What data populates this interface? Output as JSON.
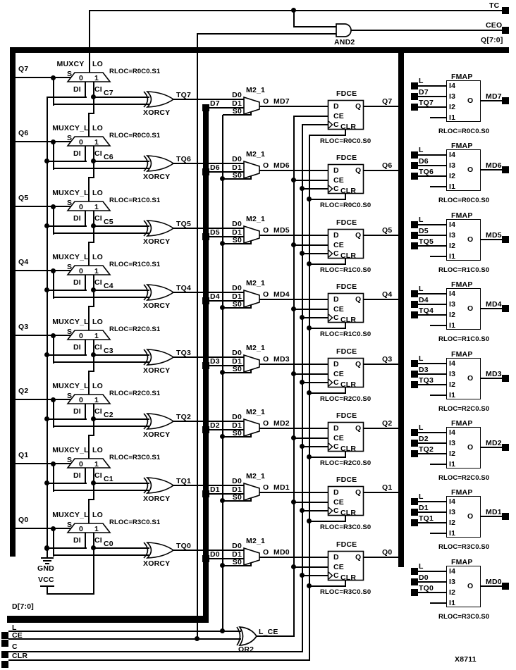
{
  "figure_ref": "X8711",
  "top": {
    "tc": "TC",
    "ceo": "CEO",
    "and2": "AND2",
    "q_bus": "Q[7:0]"
  },
  "bottom": {
    "d_bus": "D[7:0]",
    "l": "L",
    "ce": "CE",
    "c": "C",
    "clr": "CLR",
    "or2": "OR2",
    "l_ce": "L_CE",
    "gnd": "GND",
    "vcc": "VCC"
  },
  "shared": {
    "lo": "LO",
    "s": "S",
    "sel0": "0",
    "sel1": "1",
    "di": "DI",
    "ci": "CI",
    "xorcy": "XORCY",
    "m2": "M2_1",
    "d0": "D0",
    "d1": "D1",
    "s0": "S0",
    "o": "O",
    "fdce": "FDCE",
    "pin_d": "D",
    "pin_ce": "CE",
    "pin_c": "C",
    "pin_clr": "CLR",
    "pin_q": "Q",
    "fmap": "FMAP",
    "l": "L",
    "i4": "I4",
    "i3": "I3",
    "i2": "I2",
    "i1": "I1"
  },
  "rows": [
    {
      "q": "Q7",
      "mux_type": "MUXCY",
      "rloc_mux": "RLOC=R0C0.S1",
      "c": "C7",
      "tq": "TQ7",
      "d": "D7",
      "md": "MD7",
      "rloc_ff": "RLOC=R0C0.S0",
      "rloc_fmap": "RLOC=R0C0.S0"
    },
    {
      "q": "Q6",
      "mux_type": "MUXCY_L",
      "rloc_mux": "RLOC=R0C0.S1",
      "c": "C6",
      "tq": "TQ6",
      "d": "D6",
      "md": "MD6",
      "rloc_ff": "RLOC=R0C0.S0",
      "rloc_fmap": "RLOC=R0C0.S0"
    },
    {
      "q": "Q5",
      "mux_type": "MUXCY_L",
      "rloc_mux": "RLOC=R1C0.S1",
      "c": "C5",
      "tq": "TQ5",
      "d": "D5",
      "md": "MD5",
      "rloc_ff": "RLOC=R1C0.S0",
      "rloc_fmap": "RLOC=R1C0.S0"
    },
    {
      "q": "Q4",
      "mux_type": "MUXCY_L",
      "rloc_mux": "RLOC=R1C0.S1",
      "c": "C4",
      "tq": "TQ4",
      "d": "D4",
      "md": "MD4",
      "rloc_ff": "RLOC=R1C0.S0",
      "rloc_fmap": "RLOC=R1C0.S0"
    },
    {
      "q": "Q3",
      "mux_type": "MUXCY_L",
      "rloc_mux": "RLOC=R2C0.S1",
      "c": "C3",
      "tq": "TQ3",
      "d": "D3",
      "md": "MD3",
      "rloc_ff": "RLOC=R2C0.S0",
      "rloc_fmap": "RLOC=R2C0.S0"
    },
    {
      "q": "Q2",
      "mux_type": "MUXCY_L",
      "rloc_mux": "RLOC=R2C0.S1",
      "c": "C2",
      "tq": "TQ2",
      "d": "D2",
      "md": "MD2",
      "rloc_ff": "RLOC=R2C0.S0",
      "rloc_fmap": "RLOC=R2C0.S0"
    },
    {
      "q": "Q1",
      "mux_type": "MUXCY_L",
      "rloc_mux": "RLOC=R3C0.S1",
      "c": "C1",
      "tq": "TQ1",
      "d": "D1",
      "md": "MD1",
      "rloc_ff": "RLOC=R3C0.S0",
      "rloc_fmap": "RLOC=R3C0.S0"
    },
    {
      "q": "Q0",
      "mux_type": "MUXCY_L",
      "rloc_mux": "RLOC=R3C0.S1",
      "c": "C0",
      "tq": "TQ0",
      "d": "D0",
      "md": "MD0",
      "rloc_ff": "RLOC=R3C0.S0",
      "rloc_fmap": "RLOC=R3C0.S0"
    }
  ]
}
